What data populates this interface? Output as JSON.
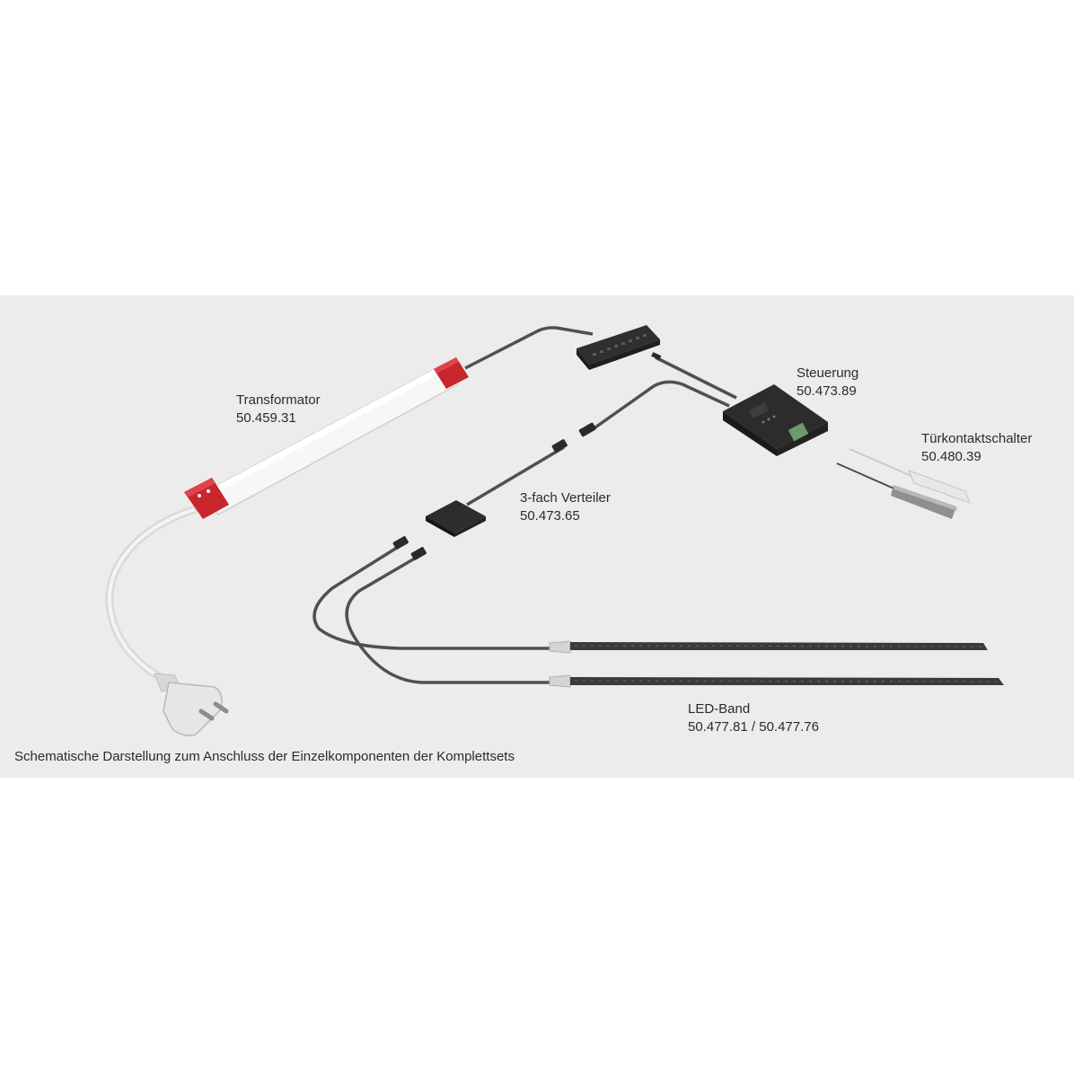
{
  "caption": "Schematische Darstellung zum Anschluss der Einzelkomponenten der Komplettsets",
  "components": {
    "transformer": {
      "name": "Transformator",
      "number": "50.459.31"
    },
    "controller": {
      "name": "Steuerung",
      "number": "50.473.89"
    },
    "door_switch": {
      "name": "Türkontaktschalter",
      "number": "50.480.39"
    },
    "distributor": {
      "name": "3-fach Verteiler",
      "number": "50.473.65"
    },
    "led_strip": {
      "name": "LED-Band",
      "number": "50.477.81 / 50.477.76"
    }
  },
  "colors": {
    "background": "#ffffff",
    "panel": "#ececec",
    "cable_dark": "#505050",
    "cable_light": "#dedede",
    "transformer_body": "#f6f6f6",
    "transformer_caps": "#c8262c",
    "device_dark": "#2a2a2a",
    "text": "#2b2b2b"
  },
  "icons": [
    "plug-icon",
    "transformer-icon",
    "distributor-box-icon",
    "controller-icon",
    "door-switch-icon",
    "led-strip-icon",
    "connector-icon"
  ]
}
